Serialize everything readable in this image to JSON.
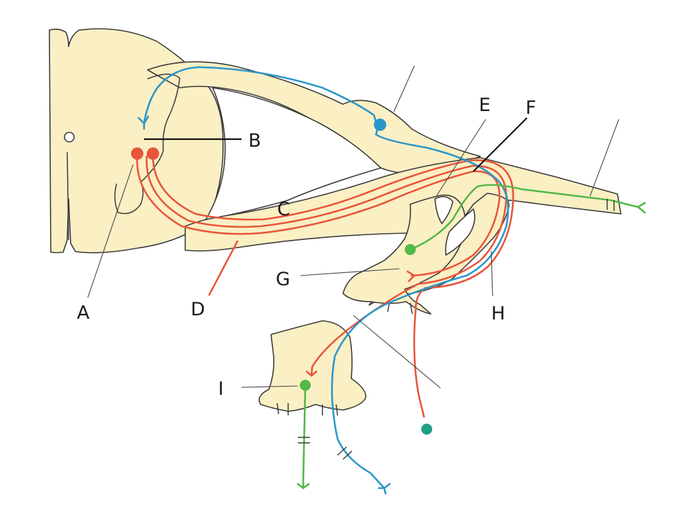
{
  "labels": {
    "a": "A",
    "b": "B",
    "c": "C",
    "d": "D",
    "e": "E",
    "f": "F",
    "g": "G",
    "h": "H",
    "i": "I"
  },
  "colors": {
    "tissue": "#fbefc4",
    "efferent_neuron": "#e8553a",
    "sensory_neuron": "#2a97c9",
    "postganglionic_neuron": "#52b848",
    "terminal_neuron": "#1f9e86"
  }
}
